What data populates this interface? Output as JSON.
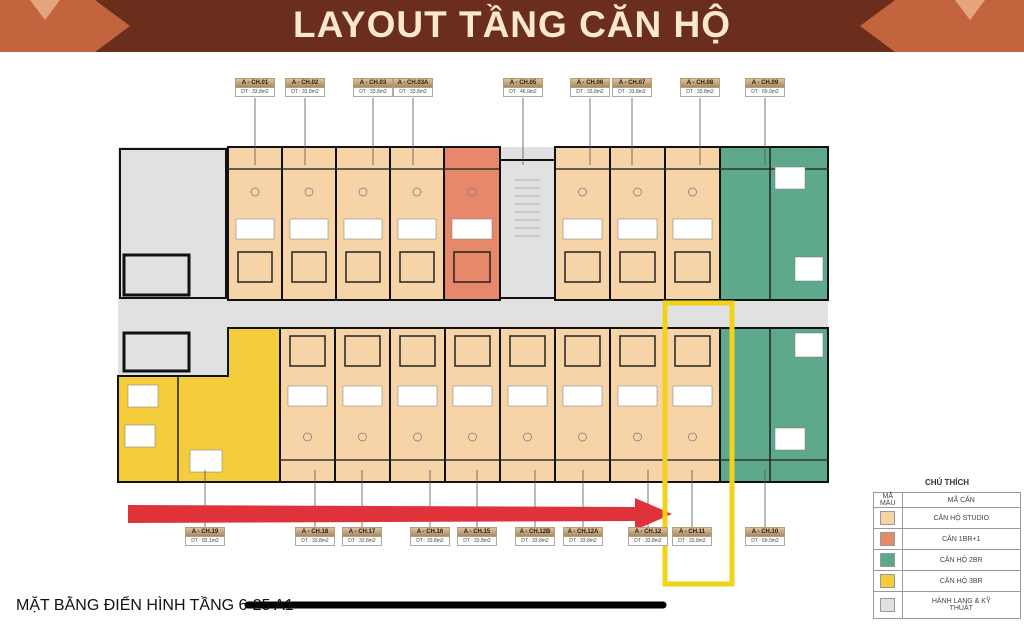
{
  "header": {
    "title": "LAYOUT TẦNG CĂN HỘ"
  },
  "colors": {
    "header": "#6b2d1c",
    "chevron": "#c2643d",
    "studio": "#f7d3a8",
    "br1plus1": "#e8886a",
    "br2": "#5ea98c",
    "br3": "#f4cd3d",
    "common": "#e1e1e1",
    "arrow": "#e0323a",
    "highlight": "#f2d21a"
  },
  "top_units": [
    {
      "code": "A - CH.01",
      "area": "DT : 33.8m2",
      "type": "studio"
    },
    {
      "code": "A - CH.02",
      "area": "DT : 33.8m2",
      "type": "studio"
    },
    {
      "code": "A - CH.03",
      "area": "DT : 33.8m2",
      "type": "studio"
    },
    {
      "code": "A - CH.03A",
      "area": "DT : 33.8m2",
      "type": "studio"
    },
    {
      "code": "A - CH.05",
      "area": "DT : 46.9m2",
      "type": "br1plus1"
    },
    {
      "code": "A - CH.06",
      "area": "DT : 33.8m2",
      "type": "studio"
    },
    {
      "code": "A - CH.07",
      "area": "DT : 33.8m2",
      "type": "studio"
    },
    {
      "code": "A - CH.08",
      "area": "DT : 33.8m2",
      "type": "studio"
    },
    {
      "code": "A - CH.09",
      "area": "DT : 69.0m2",
      "type": "br2"
    }
  ],
  "bottom_units": [
    {
      "code": "A - CH.19",
      "area": "DT : 82.1m2",
      "type": "br3"
    },
    {
      "code": "A - CH.18",
      "area": "DT : 33.8m2",
      "type": "studio"
    },
    {
      "code": "A - CH.17",
      "area": "DT : 33.8m2",
      "type": "studio"
    },
    {
      "code": "A - CH.16",
      "area": "DT : 33.8m2",
      "type": "studio"
    },
    {
      "code": "A - CH.15",
      "area": "DT : 33.8m2",
      "type": "studio"
    },
    {
      "code": "A - CH.12B",
      "area": "DT : 33.8m2",
      "type": "studio"
    },
    {
      "code": "A - CH.12A",
      "area": "DT : 33.8m2",
      "type": "studio"
    },
    {
      "code": "A - CH.12",
      "area": "DT : 33.8m2",
      "type": "studio"
    },
    {
      "code": "A - CH.11",
      "area": "DT : 33.8m2",
      "type": "studio",
      "highlighted": true
    },
    {
      "code": "A - CH.10",
      "area": "DT : 69.0m2",
      "type": "br2"
    }
  ],
  "legend": {
    "title": "CHÚ THÍCH",
    "col_color": "MÃ MÀU",
    "col_type": "MÃ CĂN",
    "items": [
      {
        "label": "CĂN HỘ STUDIO",
        "type": "studio"
      },
      {
        "label": "CĂN 1BR+1",
        "type": "br1plus1"
      },
      {
        "label": "CĂN HỘ 2BR",
        "type": "br2"
      },
      {
        "label": "CĂN HỘ 3BR",
        "type": "br3"
      },
      {
        "label": "HÀNH LANG & KỸ THUẬT",
        "type": "common"
      }
    ]
  },
  "caption": "MẶT BẰNG ĐIỂN HÌNH TẦNG 6-25 A1"
}
